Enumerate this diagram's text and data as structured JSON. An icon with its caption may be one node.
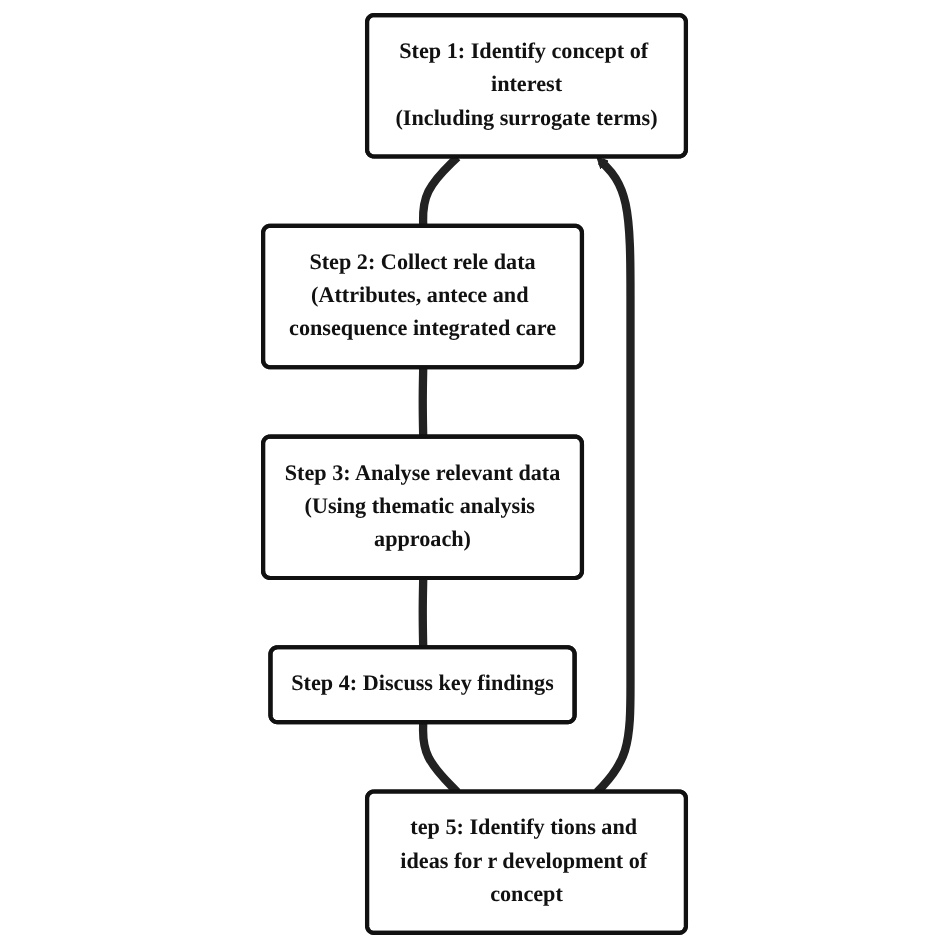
{
  "diagram": {
    "nodes": [
      {
        "text": [
          "Step 1: Identify concept of interest",
          "(Including surrogate terms)"
        ]
      },
      {
        "text": [
          "Step 2: Collect rele data",
          "(Attributes, antece and consequence integrated care"
        ]
      },
      {
        "text": [
          "Step 3: Analyse relevant data",
          "(Using thematic analysis approach)"
        ]
      },
      {
        "text": [
          "Step 4: Discuss key findings"
        ]
      },
      {
        "text": [
          "tep 5: Identify tions and ideas for r development of concept"
        ]
      }
    ],
    "edges": [
      {
        "from": 0,
        "to": 1,
        "arrow": "none"
      },
      {
        "from": 1,
        "to": 2,
        "arrow": "none"
      },
      {
        "from": 2,
        "to": 3,
        "arrow": "none"
      },
      {
        "from": 3,
        "to": 4,
        "arrow": "none"
      },
      {
        "from": 4,
        "to": 0,
        "arrow": "to"
      }
    ]
  }
}
